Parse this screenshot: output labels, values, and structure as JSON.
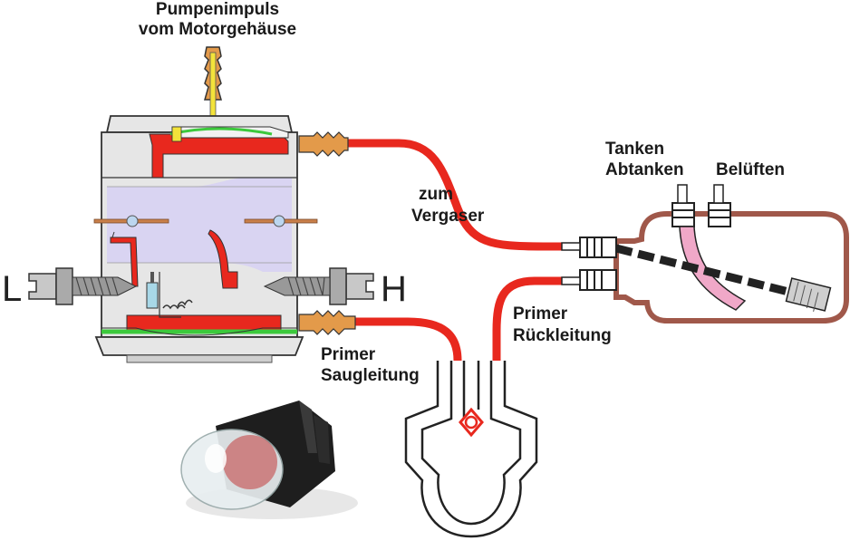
{
  "labels": {
    "pump_impulse_1": "Pumpenimpuls",
    "pump_impulse_2": "vom Motorgehäuse",
    "to_carb_1": "zum",
    "to_carb_2": "Vergaser",
    "fill_1": "Tanken",
    "fill_2": "Abtanken",
    "vent": "Belüften",
    "primer_return_1": "Primer",
    "primer_return_2": "Rückleitung",
    "primer_suction_1": "Primer",
    "primer_suction_2": "Saugleitung",
    "screw_low": "L",
    "screw_high": "H"
  },
  "colors": {
    "fuel_red": "#e8281e",
    "carb_body": "#e6e6e6",
    "air_channel": "#d9d4f2",
    "membrane_green": "#3cc93c",
    "tank_brown": "#a0584a",
    "fitting_orange": "#e39a4a",
    "filter_pink": "#f0a8c8",
    "outline": "#333333"
  }
}
